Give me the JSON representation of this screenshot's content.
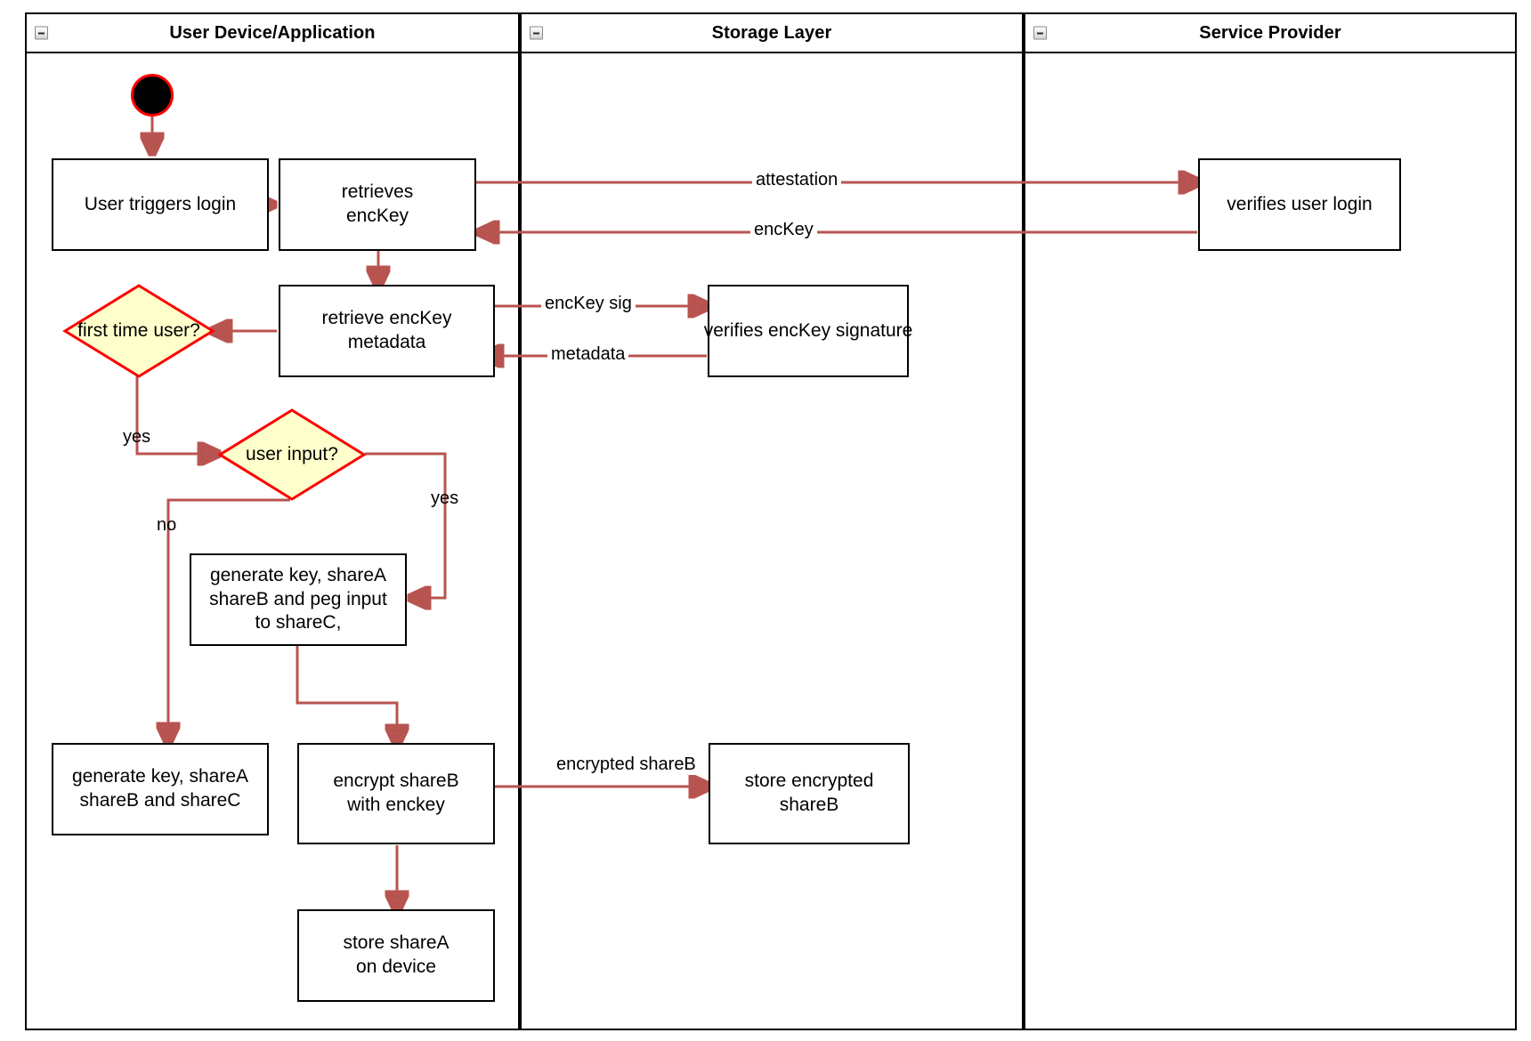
{
  "diagram": {
    "type": "uml-activity-swimlane",
    "background": "#ffffff",
    "edge_color": "#b85450",
    "decision_fill": "#ffffcc",
    "decision_stroke": "#ff0000",
    "node_stroke": "#000000",
    "start_node_fill": "#000000",
    "start_node_stroke": "#ff0000"
  },
  "lanes": [
    {
      "title": "User Device/Application",
      "collapse_icon": "collapse-minus-icon"
    },
    {
      "title": "Storage Layer",
      "collapse_icon": "collapse-minus-icon"
    },
    {
      "title": "Service Provider",
      "collapse_icon": "collapse-minus-icon"
    }
  ],
  "nodes": [
    {
      "id": "start",
      "shape": "initial",
      "label": ""
    },
    {
      "id": "trigger",
      "shape": "rect",
      "lines": [
        "User triggers login"
      ]
    },
    {
      "id": "retrieves",
      "shape": "rect",
      "lines": [
        "retrieves",
        "encKey"
      ]
    },
    {
      "id": "verifylogin",
      "shape": "rect",
      "lines": [
        "verifies user login"
      ]
    },
    {
      "id": "metadata",
      "shape": "rect",
      "lines": [
        "retrieve encKey",
        "metadata"
      ]
    },
    {
      "id": "verifysig",
      "shape": "rect",
      "lines": [
        "verifies encKey signature"
      ]
    },
    {
      "id": "firsttime",
      "shape": "diamond",
      "lines": [
        "first time",
        "user?"
      ]
    },
    {
      "id": "userinput",
      "shape": "diamond",
      "lines": [
        "user input?"
      ]
    },
    {
      "id": "genpeg",
      "shape": "rect",
      "lines": [
        "generate key, shareA",
        "shareB and peg input",
        "to shareC,"
      ]
    },
    {
      "id": "genshares",
      "shape": "rect",
      "lines": [
        "generate key, shareA",
        "shareB and shareC"
      ]
    },
    {
      "id": "encrypt",
      "shape": "rect",
      "lines": [
        "encrypt shareB",
        "with enckey"
      ]
    },
    {
      "id": "storeenc",
      "shape": "rect",
      "lines": [
        "store encrypted",
        "shareB"
      ]
    },
    {
      "id": "storeshareA",
      "shape": "rect",
      "lines": [
        "store shareA",
        "on device"
      ]
    }
  ],
  "edge_labels": [
    {
      "id": "attestation",
      "lines": [
        "attestation"
      ]
    },
    {
      "id": "enckey",
      "lines": [
        "encKey"
      ]
    },
    {
      "id": "enckeysig",
      "lines": [
        "encKey sig"
      ]
    },
    {
      "id": "metadatalabel",
      "lines": [
        "metadata"
      ]
    },
    {
      "id": "yes1",
      "lines": [
        "yes"
      ]
    },
    {
      "id": "yes2",
      "lines": [
        "yes"
      ]
    },
    {
      "id": "no1",
      "lines": [
        "no"
      ]
    },
    {
      "id": "encryptedshareB",
      "lines": [
        "encrypted",
        "shareB"
      ]
    }
  ]
}
